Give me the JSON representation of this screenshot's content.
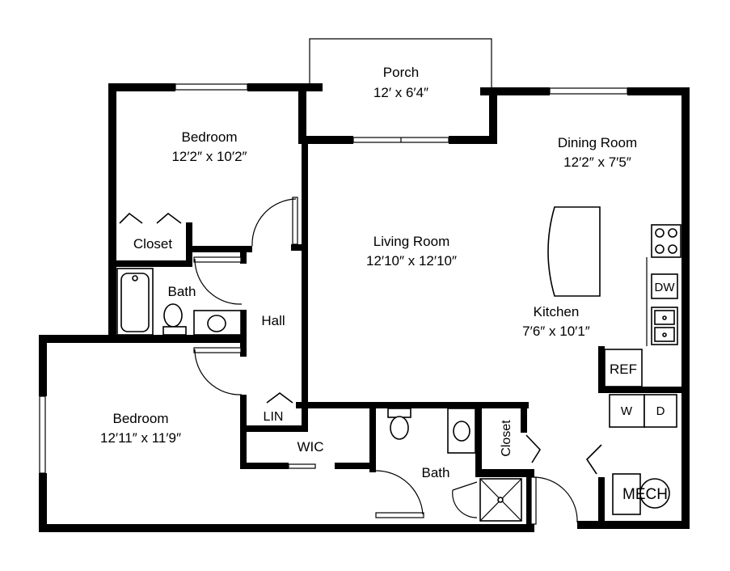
{
  "rooms": {
    "porch": {
      "name": "Porch",
      "size": "12′ x 6′4″"
    },
    "bedroom_1": {
      "name": "Bedroom",
      "size": "12′2″ x 10′2″"
    },
    "dining_room": {
      "name": "Dining Room",
      "size": "12′2″ x 7′5″"
    },
    "closet_1": {
      "name": "Closet"
    },
    "living_room": {
      "name": "Living Room",
      "size": "12′10″ x 12′10″"
    },
    "bath_1": {
      "name": "Bath"
    },
    "hall": {
      "name": "Hall"
    },
    "kitchen": {
      "name": "Kitchen",
      "size": "7′6″ x 10′1″"
    },
    "bedroom_2": {
      "name": "Bedroom",
      "size": "12′11″ x 11′9″"
    },
    "linen": {
      "name": "LIN"
    },
    "wic": {
      "name": "WIC"
    },
    "bath_2": {
      "name": "Bath"
    },
    "closet_2": {
      "name": "Closet"
    }
  },
  "appliances": {
    "dishwasher": "DW",
    "refrigerator": "REF",
    "washer": "W",
    "dryer": "D",
    "mechanical": "MECH"
  }
}
